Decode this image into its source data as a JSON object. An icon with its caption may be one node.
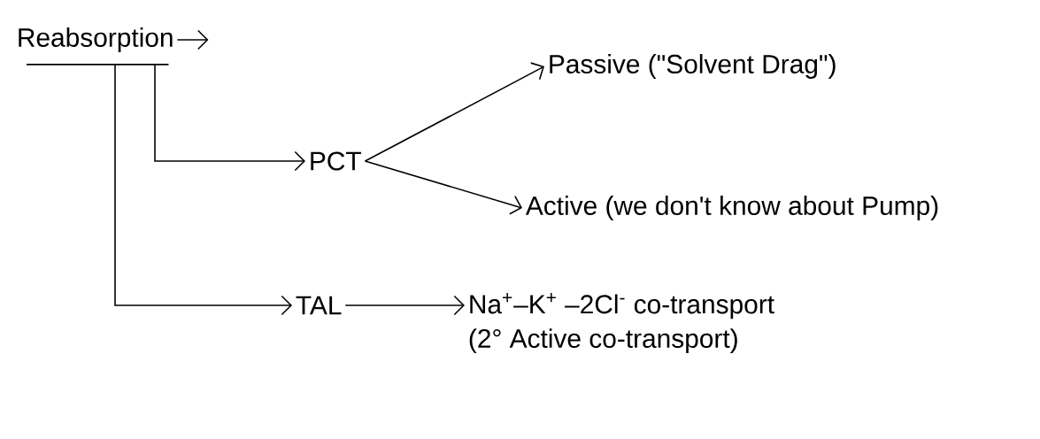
{
  "diagram": {
    "nodes": [
      {
        "text": [
          "Reabsorption"
        ]
      },
      {
        "text": [
          "PCT"
        ]
      },
      {
        "text": [
          "Passive (\"Solvent Drag\")"
        ]
      },
      {
        "text": [
          "Active (we don't know about Pump)"
        ]
      },
      {
        "text": [
          "TAL"
        ]
      },
      {
        "text": [
          "Na$^{+}$–K$^{+}$ –2Cl$^{-}$ co-transport",
          "(2° Active co-transport)"
        ]
      }
    ],
    "edges": [
      {
        "from": 0,
        "to": null,
        "arrow": "to"
      },
      {
        "from": 0,
        "to": 1,
        "arrow": "to"
      },
      {
        "from": 1,
        "to": 2,
        "arrow": "to"
      },
      {
        "from": 1,
        "to": 3,
        "arrow": "to"
      },
      {
        "from": 0,
        "to": 4,
        "arrow": "to"
      },
      {
        "from": 4,
        "to": 5,
        "arrow": "to"
      }
    ]
  }
}
